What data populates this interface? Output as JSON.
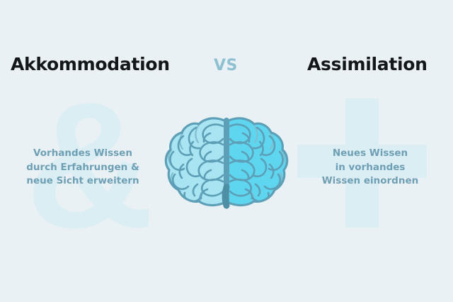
{
  "slide": {
    "background_color": "#eaf1f4",
    "accent_color": "#8fc0d2",
    "body_text_color": "#6e9fb4",
    "watermark_color": "#dbeef4",
    "heading_color": "#14171a"
  },
  "headings": {
    "left": "Akkommodation",
    "vs": "VS",
    "right": "Assimilation"
  },
  "body": {
    "left": "Vorhandes Wissen\ndurch Erfahrungen &\nneue Sicht erweitern",
    "right": "Neues Wissen\nin vorhandes\nWissen einordnen"
  },
  "watermarks": {
    "left_glyph": "&",
    "right_glyph": "plus-shape"
  },
  "illustration": {
    "name": "brain-illustration",
    "fill_light": "#a9e4f2",
    "fill_mid": "#5fd6f0",
    "stroke": "#5c9fb6",
    "stroke_soft": "#7fbdd0"
  }
}
